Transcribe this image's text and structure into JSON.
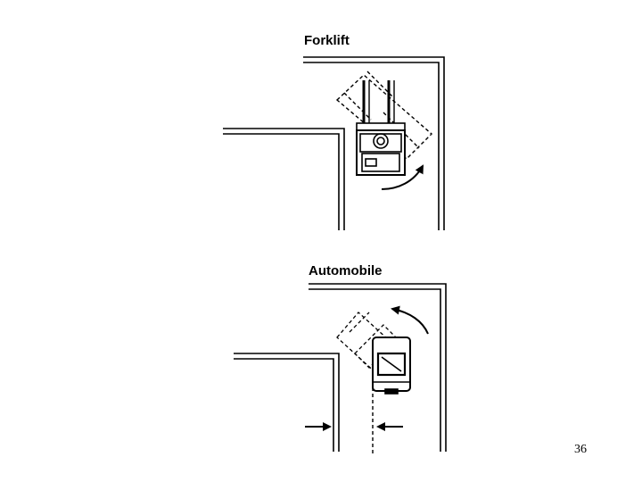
{
  "slide": {
    "forklift_label": "Forklift",
    "automobile_label": "Automobile",
    "page_number": "36"
  },
  "icons": [
    "forklift-icon",
    "automobile-icon",
    "turn-arrow-icon",
    "width-arrow-icon"
  ]
}
